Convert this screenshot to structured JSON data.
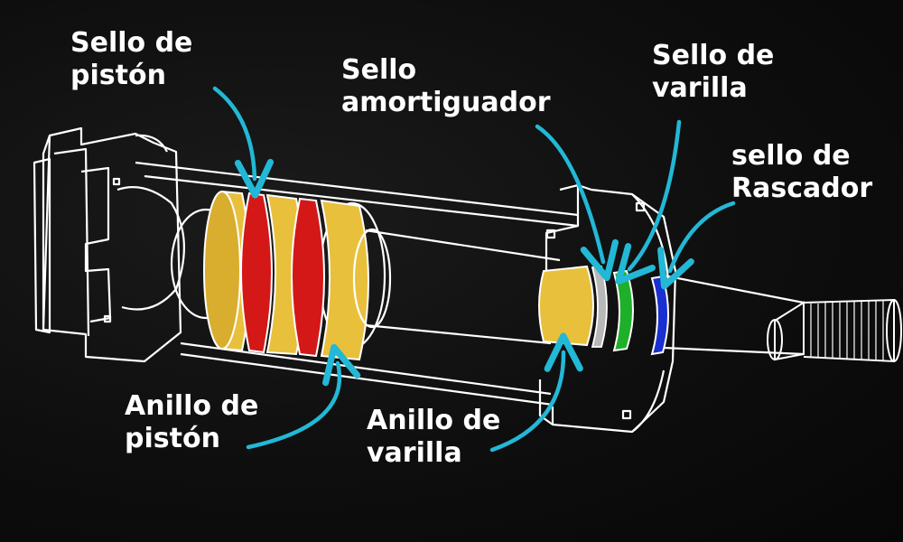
{
  "labels": {
    "piston_seal": [
      "Sello de",
      "pistón"
    ],
    "cushion_seal": [
      "Sello",
      "amortiguador"
    ],
    "rod_seal": [
      "Sello de",
      "varilla"
    ],
    "wiper_seal": [
      "sello de",
      "Rascador"
    ],
    "piston_ring": [
      "Anillo de",
      "pistón"
    ],
    "rod_ring": [
      "Anillo de",
      "varilla"
    ]
  },
  "colors": {
    "background": "#0b0b0b",
    "outline": "#ffffff",
    "arrow": "#22b8d6",
    "piston_ring": "#e8c03c",
    "piston_seal": "#d41818",
    "rod_ring": "#e8c03c",
    "cushion_seal": "#b8b8b8",
    "rod_seal": "#1fb02a",
    "wiper_seal": "#1a2fd0"
  }
}
